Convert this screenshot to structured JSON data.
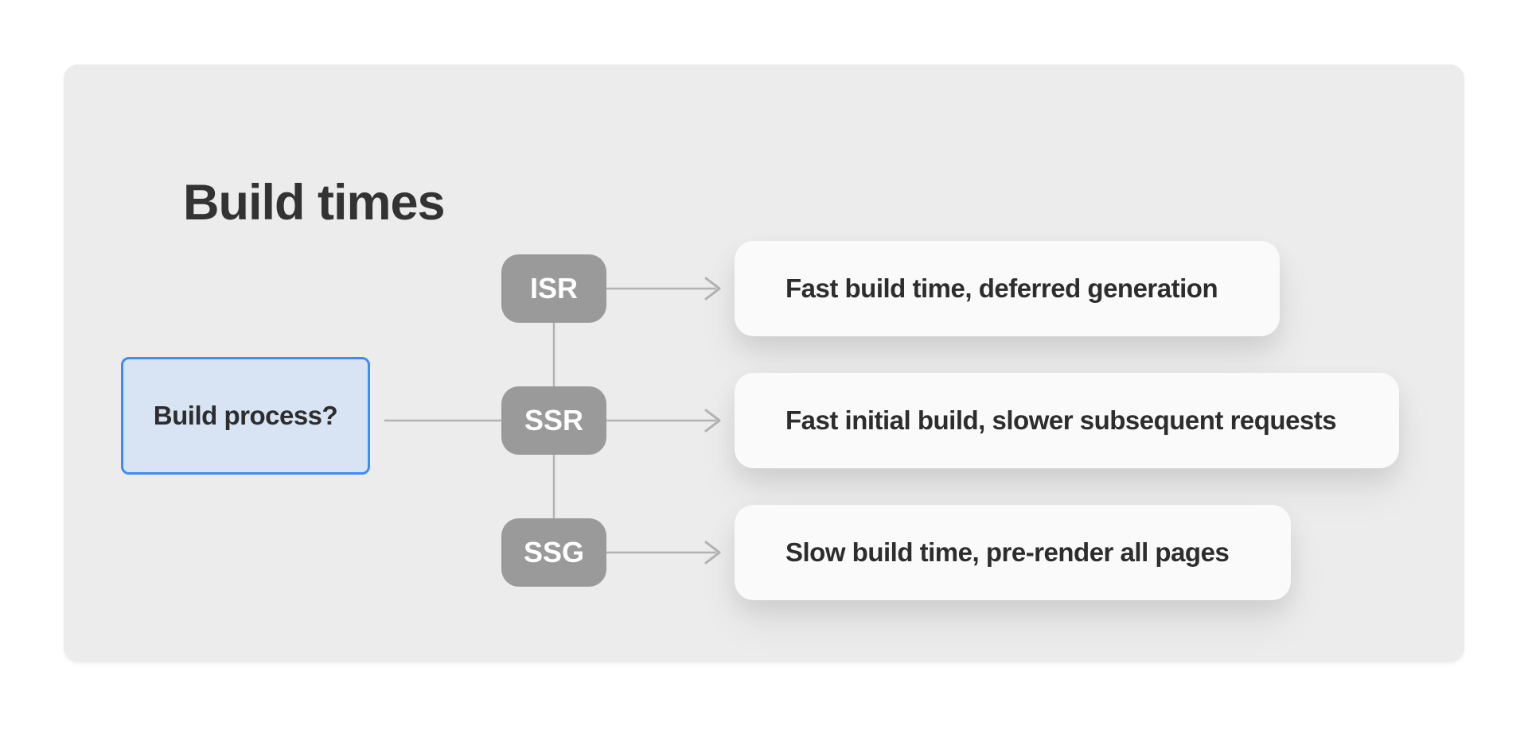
{
  "card": {
    "title": "Build times"
  },
  "diagram": {
    "root": {
      "label": "Build process?"
    },
    "branches": [
      {
        "label": "ISR",
        "outcome": "Fast build time, deferred generation"
      },
      {
        "label": "SSR",
        "outcome": "Fast initial build, slower subsequent requests"
      },
      {
        "label": "SSG",
        "outcome": "Slow build time, pre-render all pages"
      }
    ],
    "colors": {
      "card_background": "#ececec",
      "page_background": "#ffffff",
      "root_fill": "#d8e4f4",
      "root_border": "#3d8bf8",
      "branch_fill": "#9a9a9a",
      "branch_text": "#ffffff",
      "outcome_fill": "#fafafa",
      "connector_line": "#b3b3b3",
      "title_text": "#333333",
      "body_text": "#2d2d2d"
    }
  }
}
